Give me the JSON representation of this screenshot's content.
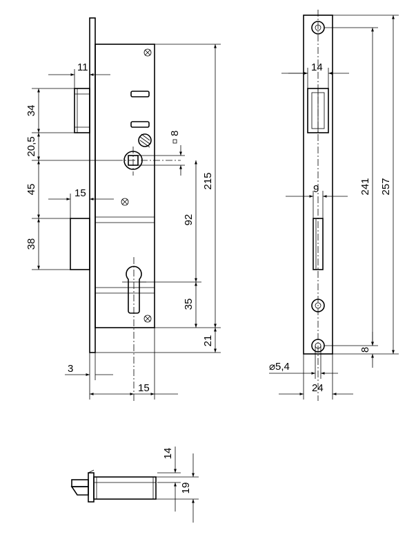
{
  "dimensions": {
    "d11": "11",
    "d34": "34",
    "d20_5": "20,5",
    "d8_square": "8",
    "d215": "215",
    "d45": "45",
    "d15_bolt": "15",
    "d92": "92",
    "d38": "38",
    "d35": "35",
    "d21": "21",
    "d3": "3",
    "d15_backset": "15",
    "d14_front": "14",
    "d9": "9",
    "d241": "241",
    "d257": "257",
    "d8_edge": "8",
    "d5_4": "⌀5,4",
    "d24": "24",
    "d14_bottom": "14",
    "d19": "19"
  }
}
